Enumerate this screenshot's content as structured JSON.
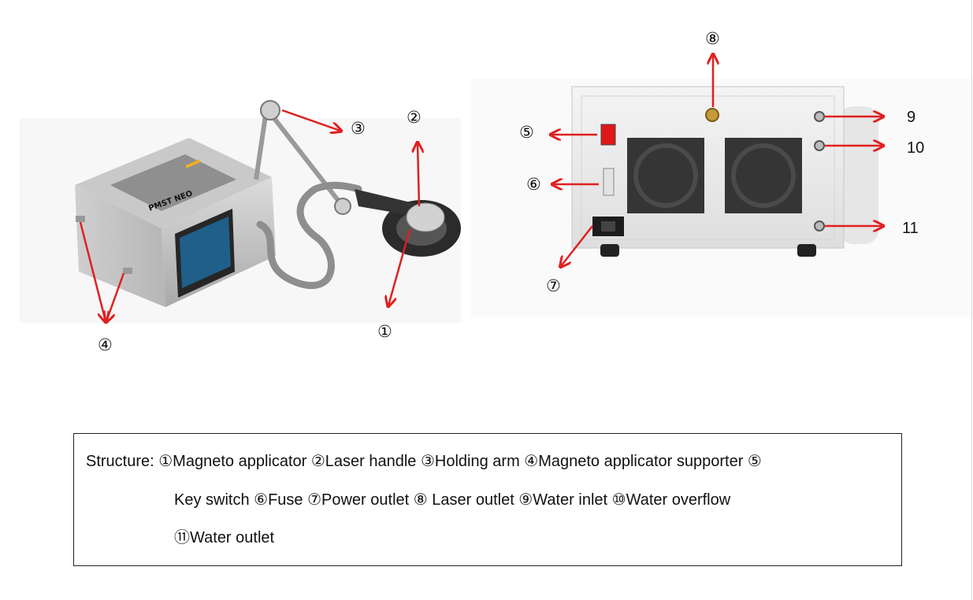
{
  "callouts": {
    "c1": "①",
    "c2": "②",
    "c3": "③",
    "c4": "④",
    "c5": "⑤",
    "c6": "⑥",
    "c7": "⑦",
    "c8": "⑧",
    "c9": "9",
    "c10": "10",
    "c11": "11"
  },
  "device_brand": "PMST NEO",
  "legend": {
    "line1": "Structure:  ①Magneto applicator  ②Laser handle  ③Holding arm  ④Magneto applicator supporter  ⑤",
    "line2": "Key switch  ⑥Fuse  ⑦Power outlet  ⑧  Laser outlet  ⑨Water inlet  ⑩Water overflow",
    "line3": "⑪Water outlet"
  },
  "colors": {
    "arrow": "#e02020",
    "switch": "#e01818",
    "fan": "#3a3a3a",
    "panel": "#ececec"
  }
}
